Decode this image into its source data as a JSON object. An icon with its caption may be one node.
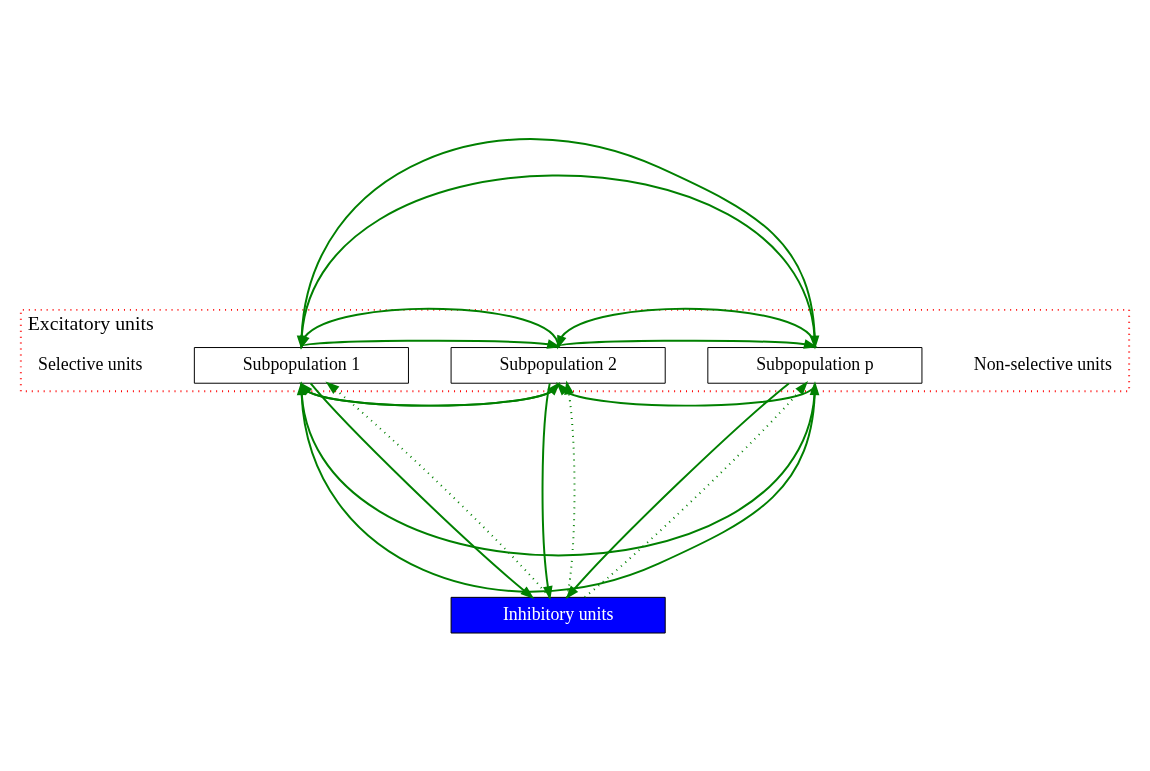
{
  "diagram": {
    "nodes": [
      {
        "text": [
          "Excitatory units"
        ]
      },
      {
        "text": [
          "Subpopulation 1"
        ],
        "in": 0
      },
      {
        "text": [
          "Subpopulation 2"
        ],
        "in": 0
      },
      {
        "text": [
          "Subpopulation p"
        ],
        "in": 0
      },
      {
        "text": [
          "Inhibitory units"
        ]
      }
    ],
    "edges": [
      {
        "from": 1,
        "to": 2,
        "arrow": "to"
      },
      {
        "from": 1,
        "to": 3,
        "arrow": "to"
      },
      {
        "from": 2,
        "to": 1,
        "arrow": "to"
      },
      {
        "from": 2,
        "to": 3,
        "arrow": "to"
      },
      {
        "from": 3,
        "to": 1,
        "arrow": "to"
      },
      {
        "from": 3,
        "to": 2,
        "arrow": "to"
      },
      {
        "from": 2,
        "to": 1,
        "arrow": "to"
      },
      {
        "from": 3,
        "to": 2,
        "arrow": "to"
      },
      {
        "from": 1,
        "to": 2,
        "arrow": "to"
      },
      {
        "from": 1,
        "to": 3,
        "arrow": "to"
      },
      {
        "from": 3,
        "to": 1,
        "arrow": "to"
      },
      {
        "from": 1,
        "to": 4,
        "arrow": "to"
      },
      {
        "from": 4,
        "to": 1,
        "arrow": "to",
        "style": "dashed"
      },
      {
        "from": 2,
        "to": 4,
        "arrow": "to"
      },
      {
        "from": 4,
        "to": 2,
        "arrow": "to",
        "style": "dashed"
      },
      {
        "from": 3,
        "to": 4,
        "arrow": "to"
      },
      {
        "from": 4,
        "to": 3,
        "arrow": "to",
        "style": "dashed"
      }
    ],
    "labels": [
      "Selective units",
      "Non-selective units"
    ]
  }
}
